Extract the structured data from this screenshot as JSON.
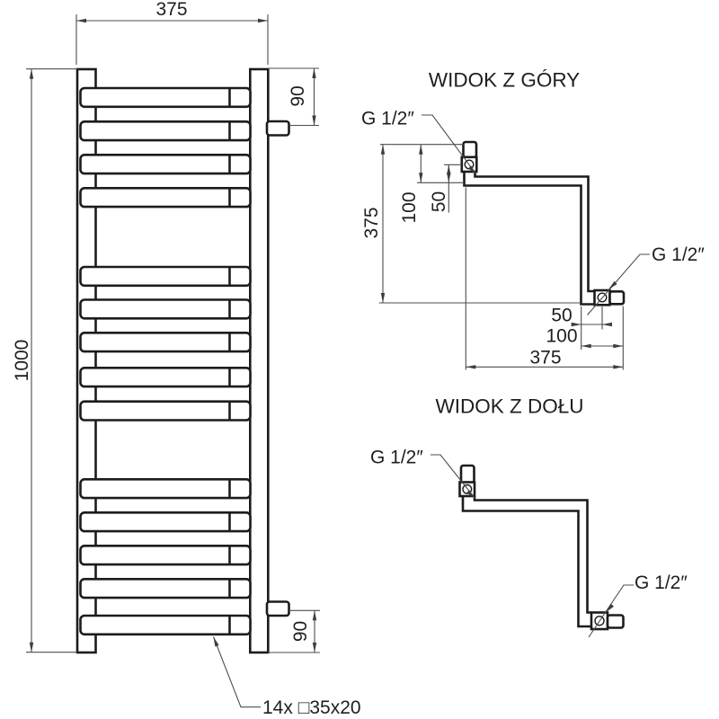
{
  "front_view": {
    "dim_width": "375",
    "dim_height": "1000",
    "dim_top_stub": "90",
    "dim_bottom_stub": "90",
    "note": "14x □35x20"
  },
  "top_view": {
    "title": "WIDOK Z GÓRY",
    "label_inlet": "G 1/2″",
    "label_outlet": "G 1/2″",
    "dim_depth": "375",
    "dim_v_100": "100",
    "dim_v_50": "50",
    "dim_h_50": "50",
    "dim_h_100": "100",
    "dim_h_375": "375"
  },
  "bottom_view": {
    "title": "WIDOK Z DOŁU",
    "label_inlet": "G 1/2″",
    "label_outlet": "G 1/2″"
  }
}
